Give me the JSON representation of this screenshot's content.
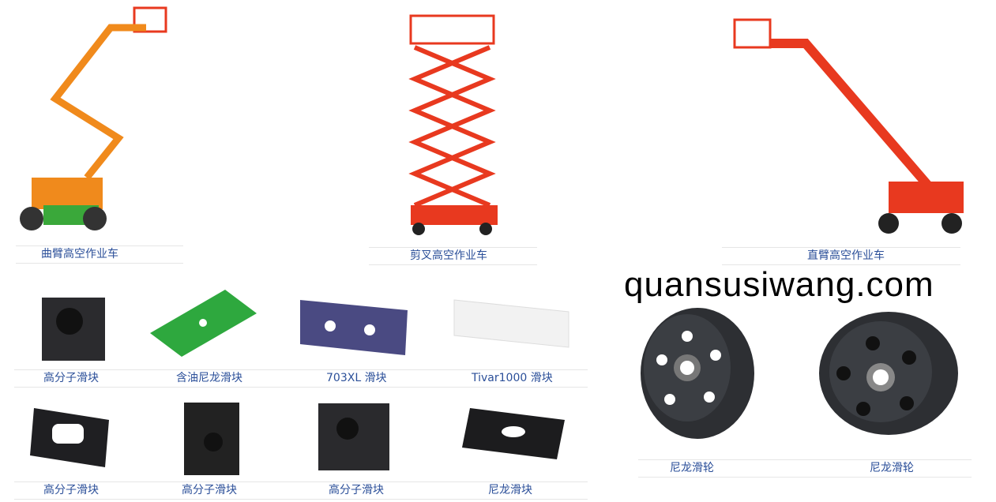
{
  "lifts": [
    {
      "label": "曲臂高空作业车",
      "icon": "articulating-boom-lift",
      "color": "#f08a1c"
    },
    {
      "label": "剪叉高空作业车",
      "icon": "scissor-lift",
      "color": "#e8391f"
    },
    {
      "label": "直臂高空作业车",
      "icon": "telescopic-boom-lift",
      "color": "#e8391f"
    }
  ],
  "blocks_row1": [
    {
      "label": "高分子滑块"
    },
    {
      "label": "含油尼龙滑块"
    },
    {
      "label": "703XL 滑块"
    },
    {
      "label": "Tivar1000 滑块"
    }
  ],
  "blocks_row2": [
    {
      "label": "高分子滑块"
    },
    {
      "label": "高分子滑块"
    },
    {
      "label": "高分子滑块"
    },
    {
      "label": "尼龙滑块"
    }
  ],
  "wheels": [
    {
      "label": "尼龙滑轮"
    },
    {
      "label": "尼龙滑轮"
    }
  ],
  "watermark": "quansusiwang.com",
  "colors": {
    "caption": "#2b4f99",
    "orange": "#f08a1c",
    "red": "#e8391f"
  }
}
